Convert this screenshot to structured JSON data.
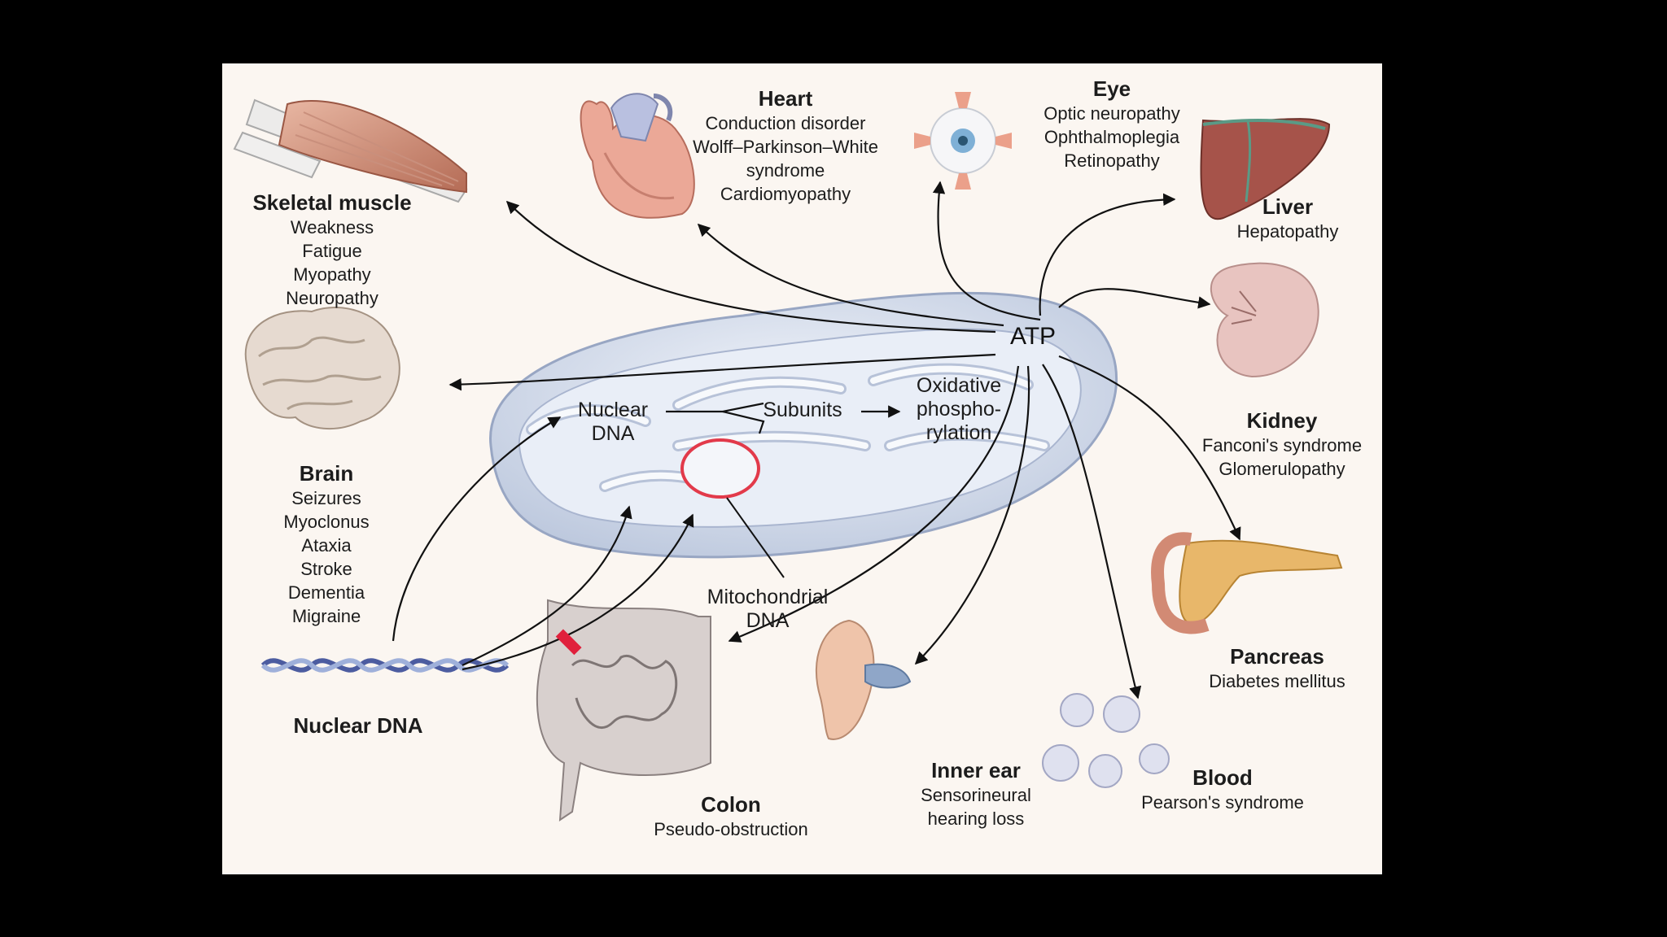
{
  "center": {
    "atp": "ATP",
    "nuclear_dna": [
      "Nuclear",
      "DNA"
    ],
    "subunits": "Subunits",
    "oxphos": [
      "Oxidative",
      "phospho-",
      "rylation"
    ],
    "mito_dna": [
      "Mitochondrial",
      "DNA"
    ],
    "nuclear_dna_bottom": "Nuclear DNA"
  },
  "organs": {
    "skeletal": {
      "title": "Skeletal muscle",
      "items": [
        "Weakness",
        "Fatigue",
        "Myopathy",
        "Neuropathy"
      ]
    },
    "heart": {
      "title": "Heart",
      "items": [
        "Conduction disorder",
        "Wolff–Parkinson–White",
        "syndrome",
        "Cardiomyopathy"
      ]
    },
    "eye": {
      "title": "Eye",
      "items": [
        "Optic neuropathy",
        "Ophthalmoplegia",
        "Retinopathy"
      ]
    },
    "liver": {
      "title": "Liver",
      "items": [
        "Hepatopathy"
      ]
    },
    "kidney": {
      "title": "Kidney",
      "items": [
        "Fanconi's syndrome",
        "Glomerulopathy"
      ]
    },
    "brain": {
      "title": "Brain",
      "items": [
        "Seizures",
        "Myoclonus",
        "Ataxia",
        "Stroke",
        "Dementia",
        "Migraine"
      ]
    },
    "pancreas": {
      "title": "Pancreas",
      "items": [
        "Diabetes mellitus"
      ]
    },
    "colon": {
      "title": "Colon",
      "items": [
        "Pseudo-obstruction"
      ]
    },
    "inner_ear": {
      "title": "Inner ear",
      "items": [
        "Sensorineural",
        "hearing loss"
      ]
    },
    "blood": {
      "title": "Blood",
      "items": [
        "Pearson's syndrome"
      ]
    }
  },
  "colors": {
    "panel": "#fbf6f1",
    "mito": "#d9e0ee",
    "inhibit": "#e0203c",
    "mtdna_ring": "#e23a4a"
  }
}
